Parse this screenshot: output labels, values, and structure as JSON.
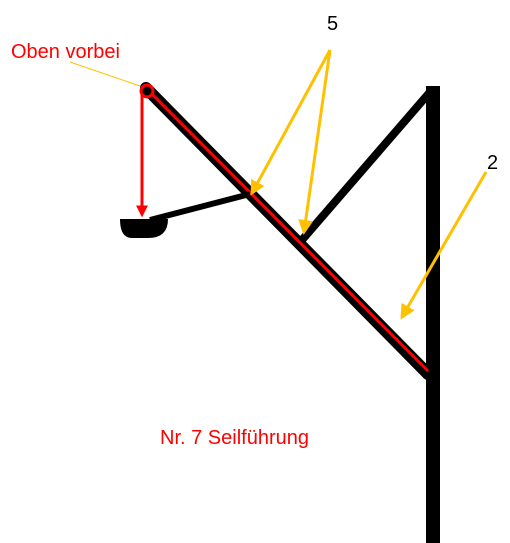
{
  "labels": {
    "top_label": "Oben vorbei",
    "pointer_5": "5",
    "pointer_2": "2",
    "caption": "Nr. 7 Seilführung"
  },
  "colors": {
    "structure": "#000000",
    "rope": "#ff0000",
    "label_text": "#ff0000",
    "pointer_arrows": "#ffc000",
    "leader_line": "#ffc000",
    "number_text": "#000000"
  }
}
